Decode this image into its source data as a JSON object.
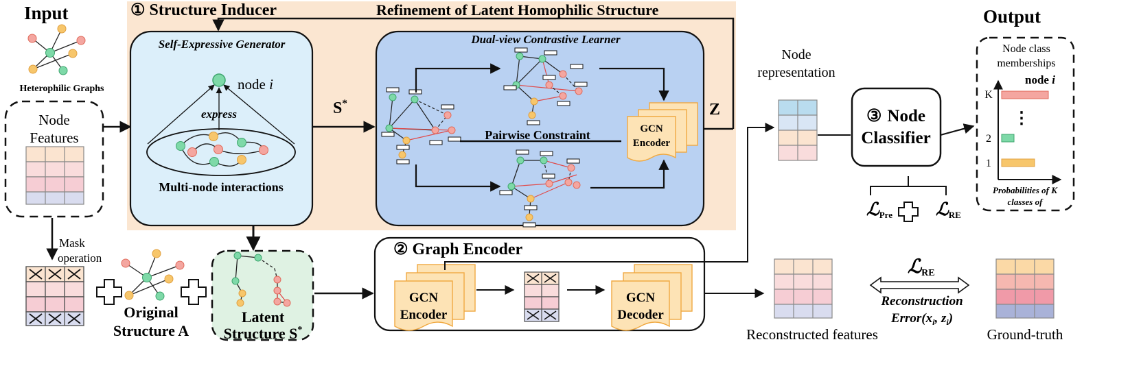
{
  "sections": {
    "input": "Input",
    "output": "Output",
    "structure_inducer": "① Structure Inducer",
    "refinement": "Refinement of Latent Homophilic Structure",
    "graph_encoder": "② Graph Encoder"
  },
  "input_panel": {
    "graph_caption": "Heterophilic Graphs",
    "features_line1": "Node",
    "features_line2": "Features",
    "mask_line1": "Mask",
    "mask_line2": "operation",
    "original_line1": "Original",
    "original_line2": "Structure A"
  },
  "generator": {
    "title": "Self-Expressive Generator",
    "node_label": "node ",
    "node_var": "i",
    "express": "express",
    "interactions": "Multi-node interactions"
  },
  "latent": {
    "line1": "Latent",
    "line2": "Structure S"
  },
  "symbols": {
    "s_star": "S",
    "star": "*",
    "z": "Z",
    "mask_x": "×"
  },
  "contrastive": {
    "title": "Dual-view Contrastive Learner",
    "pairwise": "Pairwise Constraint",
    "gcn_line1": "GCN",
    "gcn_line2": "Encoder"
  },
  "encoder_section": {
    "encoder_line1": "GCN",
    "encoder_line2": "Encoder",
    "decoder_line1": "GCN",
    "decoder_line2": "Decoder"
  },
  "right": {
    "node_rep_line1": "Node",
    "node_rep_line2": "representation",
    "classifier_num": "③",
    "classifier_line1": "Node",
    "classifier_line2": "Classifier",
    "loss_pre": "Pre",
    "loss_re": "RE",
    "loss_symbol": "ℒ",
    "reconstructed": "Reconstructed features",
    "ground_truth": "Ground-truth",
    "recon_line1": "Reconstruction",
    "recon_line2": "Error(x",
    "recon_mid": ", z",
    "recon_end": ")",
    "recon_sub": "i"
  },
  "membership": {
    "line1": "Node class",
    "line2": "memberships",
    "node": "node ",
    "node_var": "i",
    "k": "K",
    "two": "2",
    "one": "1",
    "dots": "⋮",
    "prob_line1": "Probabilities of K",
    "prob_line2": "classes of"
  },
  "colors": {
    "inducer_bg": "#fbe6d1",
    "generator_bg": "#dceffa",
    "contrastive_bg": "#b9d1f2",
    "latent_bg": "#dff2e3",
    "node_green": "#7ed9a8",
    "node_orange": "#f7c66b",
    "node_red": "#f4a6a0",
    "gcn_fill": "#fde3b5",
    "gcn_stroke": "#f0a941",
    "red_edge": "#e04b4b"
  }
}
